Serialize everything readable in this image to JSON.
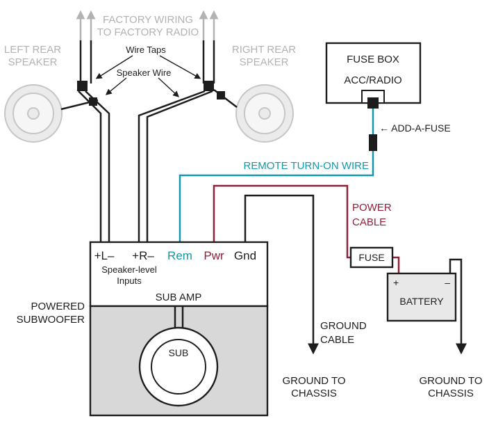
{
  "colors": {
    "teal": "#1397ab",
    "maroon": "#8e2138",
    "gray": "#b2b2b2",
    "black": "#1d1d1d"
  },
  "factory": {
    "line1": "FACTORY WIRING",
    "line2": "TO FACTORY RADIO"
  },
  "speakers": {
    "left_line1": "LEFT REAR",
    "left_line2": "SPEAKER",
    "right_line1": "RIGHT REAR",
    "right_line2": "SPEAKER"
  },
  "callouts": {
    "wire_taps": "Wire Taps",
    "speaker_wire": "Speaker Wire",
    "add_a_fuse": "← ADD-A-FUSE",
    "remote_turn_on": "REMOTE TURN-ON WIRE",
    "power_line1": "POWER",
    "power_line2": "CABLE",
    "ground_cable_line1": "GROUND",
    "ground_cable_line2": "CABLE",
    "ground_chassis_line1": "GROUND TO",
    "ground_chassis_line2": "CHASSIS"
  },
  "fuse_box": {
    "title": "FUSE BOX",
    "circuit": "ACC/RADIO"
  },
  "inline_fuse": {
    "label": "FUSE"
  },
  "battery": {
    "label": "BATTERY",
    "plus": "+",
    "minus": "–"
  },
  "amp": {
    "term_left": "+L–",
    "term_right": "+R–",
    "term_rem": "Rem",
    "term_pwr": "Pwr",
    "term_gnd": "Gnd",
    "inputs_line1": "Speaker-level",
    "inputs_line2": "Inputs",
    "title": "SUB AMP",
    "sub_label": "SUB",
    "powered_line1": "POWERED",
    "powered_line2": "SUBWOOFER"
  }
}
